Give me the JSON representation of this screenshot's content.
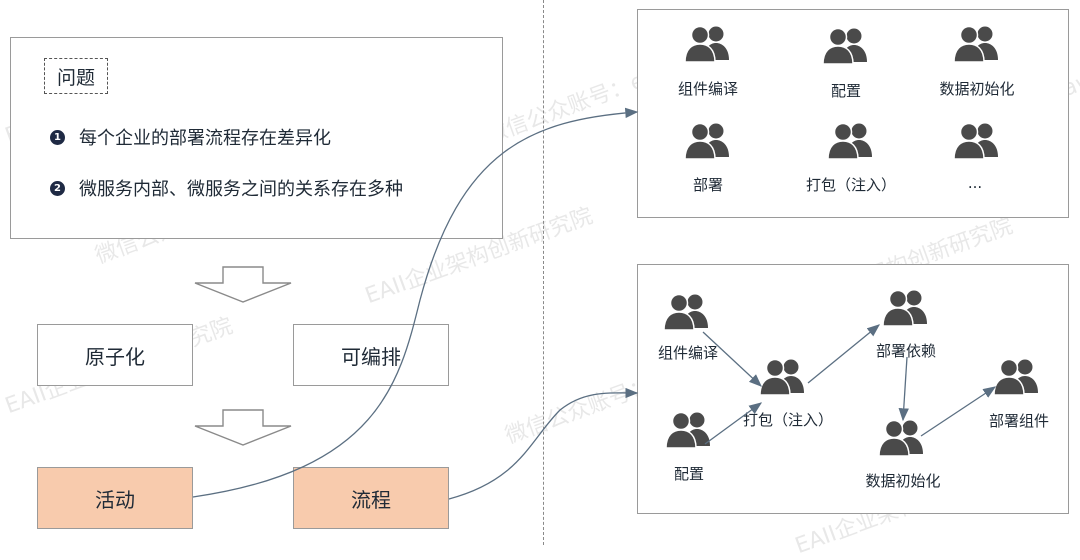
{
  "problem": {
    "tag": "问题",
    "bullets": [
      {
        "num": "1",
        "text": "每个企业的部署流程存在差异化"
      },
      {
        "num": "2",
        "text": "微服务内部、微服务之间的关系存在多种"
      }
    ]
  },
  "left_flow": {
    "atomize": "原子化",
    "orchestrate": "可编排",
    "activity": "活动",
    "process": "流程"
  },
  "activities_panel": {
    "items": [
      {
        "label": "组件编译"
      },
      {
        "label": "配置"
      },
      {
        "label": "数据初始化"
      },
      {
        "label": "部署"
      },
      {
        "label": "打包（注入）"
      },
      {
        "label": "..."
      }
    ]
  },
  "process_panel": {
    "nodes": [
      {
        "label": "组件编译"
      },
      {
        "label": "配置"
      },
      {
        "label": "打包（注入）"
      },
      {
        "label": "部署依赖"
      },
      {
        "label": "数据初始化"
      },
      {
        "label": "部署组件"
      }
    ]
  },
  "watermarks": [
    "EAII企业架构创新研究院",
    "微信公众账号：eaworld"
  ],
  "colors": {
    "accent_fill": "#f8cbad",
    "icon": "#4a4a4a",
    "text": "#1f2a36"
  }
}
